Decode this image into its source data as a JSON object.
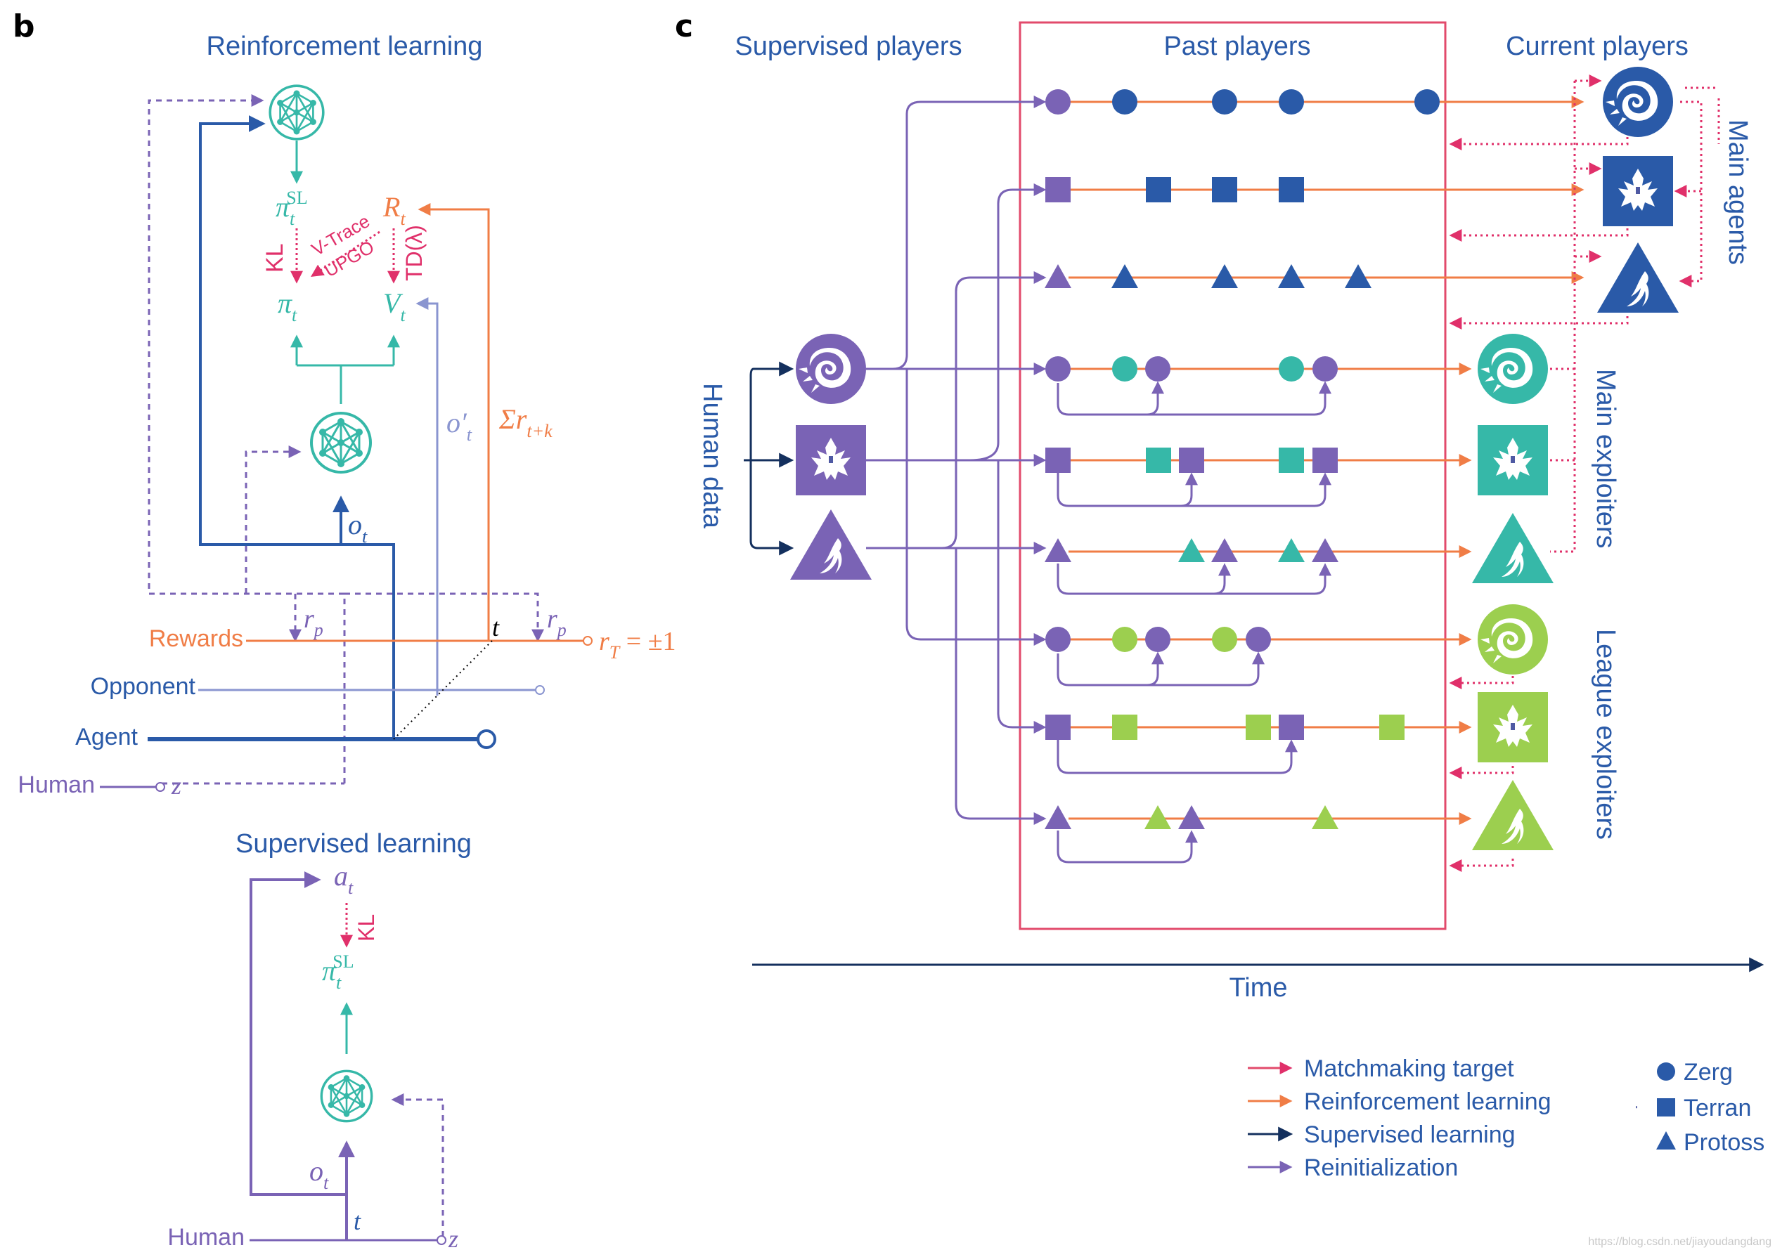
{
  "colors": {
    "teal": "#36b8a8",
    "purple": "#7a63b5",
    "blue": "#2a5aa8",
    "orange": "#f07d46",
    "pink": "#e0306a",
    "green": "#9ccf4f",
    "darkblue": "#243f7a",
    "navy": "#14305e",
    "box": "#e24a6b"
  },
  "panel_b": {
    "letter": "b",
    "rl_title": "Reinforcement learning",
    "pi_sl": "π",
    "pi_sl_sub": "t",
    "pi_sl_sup": "SL",
    "R": "R",
    "R_sub": "t",
    "KL": "KL",
    "vtrace": "V-Trace",
    "upgo": "UPGO",
    "td": "TD(λ)",
    "pi": "π",
    "pi_sub": "t",
    "V": "V",
    "V_sub": "t",
    "o_prime": "o′",
    "o_prime_sub": "t",
    "sum_r": "Σr",
    "sum_r_sub": "t+k",
    "o": "o",
    "o_sub": "t",
    "rewards": "Rewards",
    "opponent": "Opponent",
    "agent": "Agent",
    "human": "Human",
    "z": "z",
    "t": "t",
    "r_p": "r",
    "r_p_sub": "p",
    "r_T": "r",
    "r_T_sub": "T",
    "r_T_val": " = ±1",
    "sl_title": "Supervised learning",
    "a": "a",
    "a_sub": "t",
    "KL2": "KL",
    "pi_sl2": "π",
    "pi_sl2_sub": "t",
    "pi_sl2_sup": "SL",
    "o2": "o",
    "o2_sub": "t",
    "human2": "Human",
    "t2": "t",
    "z2": "z"
  },
  "panel_c": {
    "letter": "c",
    "supervised_players": "Supervised players",
    "past_players": "Past players",
    "current_players": "Current players",
    "human_data": "Human data",
    "main_agents": "Main agents",
    "main_exploiters": "Main exploiters",
    "league_exploiters": "League exploiters",
    "time": "Time",
    "legend": [
      {
        "label": "Matchmaking target",
        "color": "#e24a6b"
      },
      {
        "label": "Reinforcement learning",
        "color": "#f07d46"
      },
      {
        "label": "Supervised learning",
        "color": "#14305e"
      },
      {
        "label": "Reinitialization",
        "color": "#7a63b5"
      }
    ],
    "races": [
      {
        "label": "Zerg",
        "shape": "circle"
      },
      {
        "label": "Terran",
        "shape": "square"
      },
      {
        "label": "Protoss",
        "shape": "triangle"
      }
    ],
    "watermark": "https://blog.csdn.net/jiayoudangdang"
  }
}
